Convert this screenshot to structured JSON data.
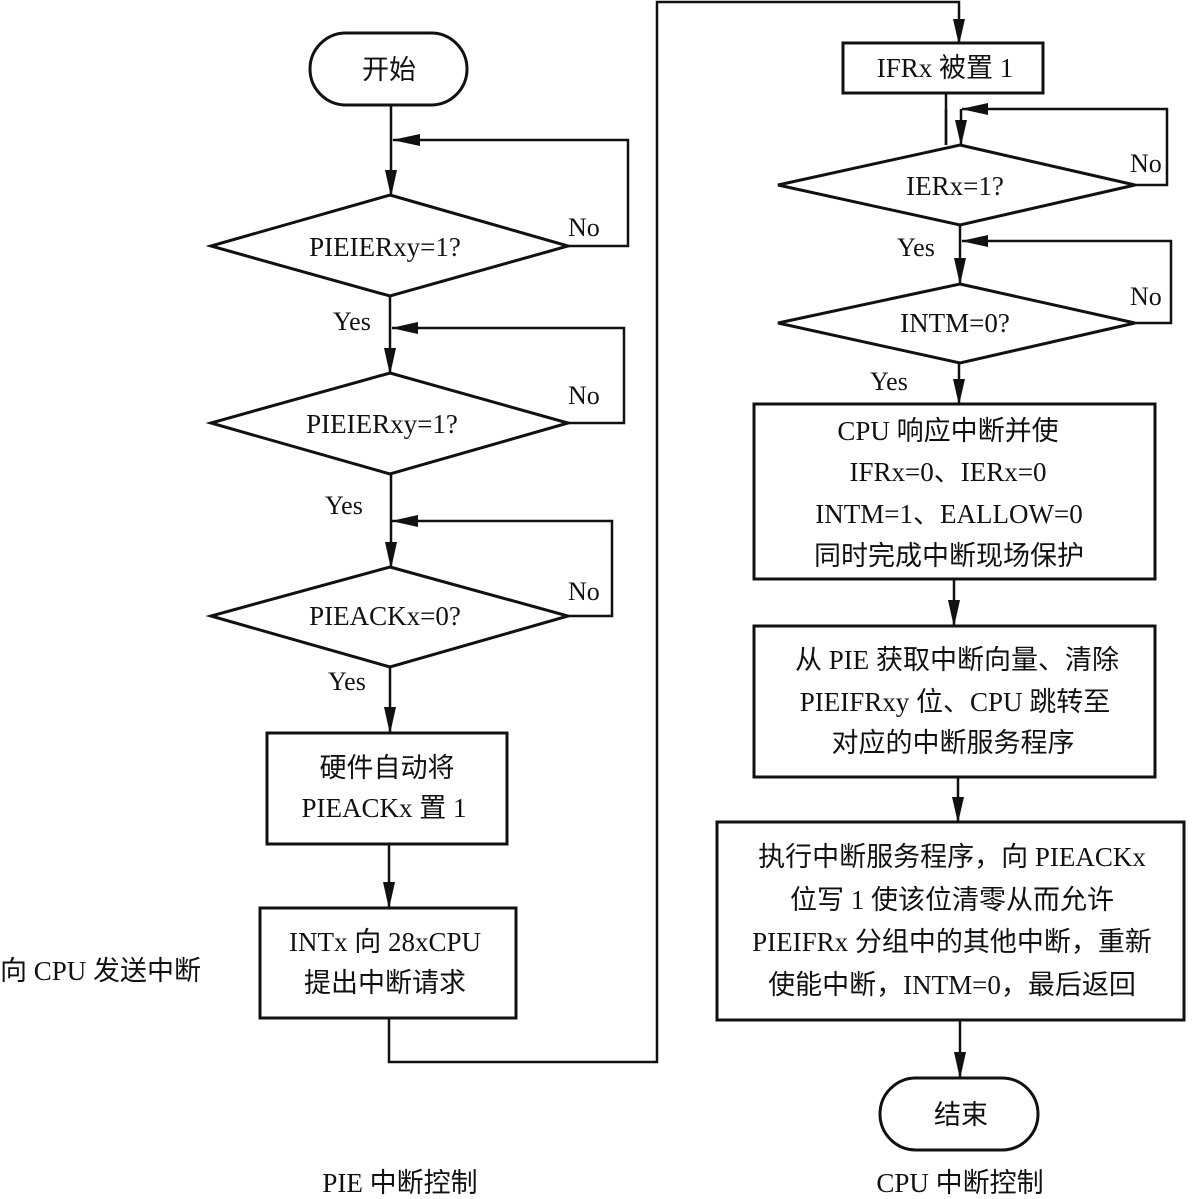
{
  "diagram": {
    "pie_section": {
      "caption": "PIE 中断控制",
      "start": "开始",
      "decision_1": "PIEIERxy=1?",
      "decision_2": "PIEIERxy=1?",
      "decision_3": "PIEACKx=0?",
      "process_1": [
        "硬件自动将",
        "PIEACKx 置 1"
      ],
      "process_2": [
        "INTx 向 28xCPU",
        "提出中断请求"
      ],
      "side_note": "向 CPU 发送中断"
    },
    "cpu_section": {
      "caption": "CPU 中断控制",
      "process_1": "IFRx 被置 1",
      "decision_1": "IERx=1?",
      "decision_2": "INTM=0?",
      "process_2": [
        "CPU 响应中断并使",
        "IFRx=0、IERx=0",
        "INTM=1、EALLOW=0",
        "同时完成中断现场保护"
      ],
      "process_3": [
        "从 PIE 获取中断向量、清除",
        "PIEIFRxy 位、CPU 跳转至",
        "对应的中断服务程序"
      ],
      "process_4": [
        "执行中断服务程序，向 PIEACKx",
        "位写 1 使该位清零从而允许",
        "PIEIFRx 分组中的其他中断，重新",
        "使能中断，INTM=0，最后返回"
      ],
      "end": "结束"
    },
    "labels": {
      "yes": "Yes",
      "no": "No"
    },
    "colors": {
      "stroke": "#111111",
      "background": "#ffffff"
    }
  }
}
